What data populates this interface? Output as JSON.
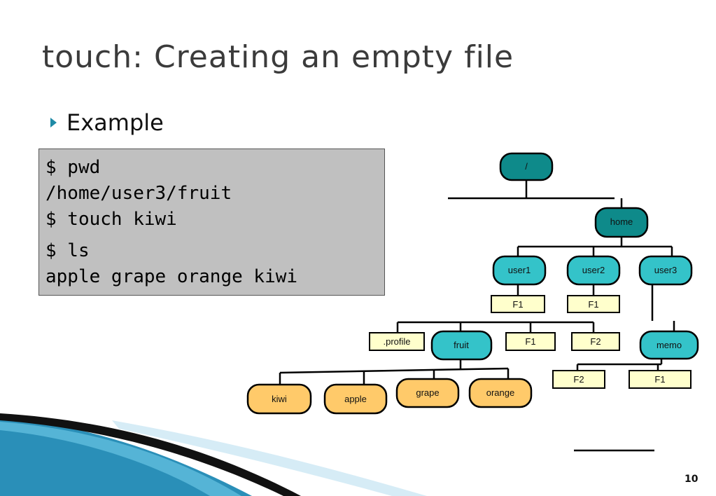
{
  "slide": {
    "title": "touch: Creating an empty file",
    "bullet": "Example",
    "page_number": "10"
  },
  "terminal": {
    "lines": [
      "$ pwd",
      "/home/user3/fruit",
      "$ touch kiwi",
      "$ ls",
      "apple grape orange kiwi"
    ]
  },
  "tree": {
    "root": "/",
    "home": "home",
    "user1": "user1",
    "user2": "user2",
    "user3": "user3",
    "user1_file": "F1",
    "user2_file": "F1",
    "profile": ".profile",
    "fruit": "fruit",
    "user3_f1": "F1",
    "user3_f2": "F2",
    "memo": "memo",
    "memo_f2": "F2",
    "memo_f1": "F1",
    "kiwi": "kiwi",
    "apple": "apple",
    "grape": "grape",
    "orange": "orange"
  },
  "colors": {
    "root_fill": "#0e8a8a",
    "dir_fill": "#34c3c9",
    "file_fill": "#ffffcc",
    "fruit_file_fill": "#ffca6a",
    "swoosh_blue": "#2a8fb8"
  }
}
